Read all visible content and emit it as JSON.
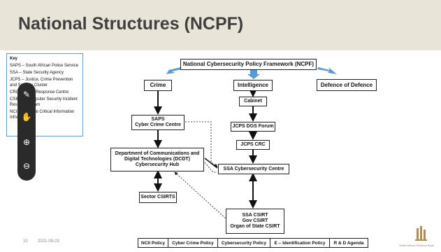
{
  "title": "National Structures (NCPF)",
  "key": {
    "heading": "Key",
    "items": [
      "SAPS – South African Police Service",
      "SSA – State Security Agency",
      "JCPS – Justice, Crime Prevention and Security Cluster",
      "CRC – Cyber Response Centre",
      "CSIRT – Computer Security Incident Response Team",
      "NCII – National Critical Information Infrastructure"
    ]
  },
  "diagram": {
    "root": "National Cybersecurity Policy Framework (NCPF)",
    "crime": "Crime",
    "intelligence": "Intelligence",
    "defence": "Defence of Defence",
    "saps": "SAPS\nCyber Crime Centre",
    "dcdt": "Department of Communications and\nDigital Technologies (DCDT)\nCybersecurity Hub",
    "sector_csirts": "Sector CSIRTS",
    "cabinet": "Cabinet",
    "jcps_dgs": "JCPS DGS Forum",
    "jcps_crc": "JCPS CRC",
    "ssa_centre": "SSA Cybersecurity Centre",
    "csirt_stack": "SSA CSIRT\nGov CSIRT\nOrgan of State CSIRT"
  },
  "policies": [
    "NCII Policy",
    "Cyber Crime Policy",
    "Cybersecurity Policy",
    "E – Identification Policy",
    "R & D Agenda"
  ],
  "footer": {
    "page_number": "10",
    "date": "2021-09-23",
    "logo_text": "South African Reserve Bank"
  },
  "toolbar": {
    "icons": [
      "draw-icon",
      "hand-icon",
      "zoom-in-icon",
      "zoom-out-icon"
    ]
  },
  "colors": {
    "header_bg": "#e9e4d8",
    "accent_blue": "#5b9bd5",
    "logo_gold": "#b08d57"
  }
}
